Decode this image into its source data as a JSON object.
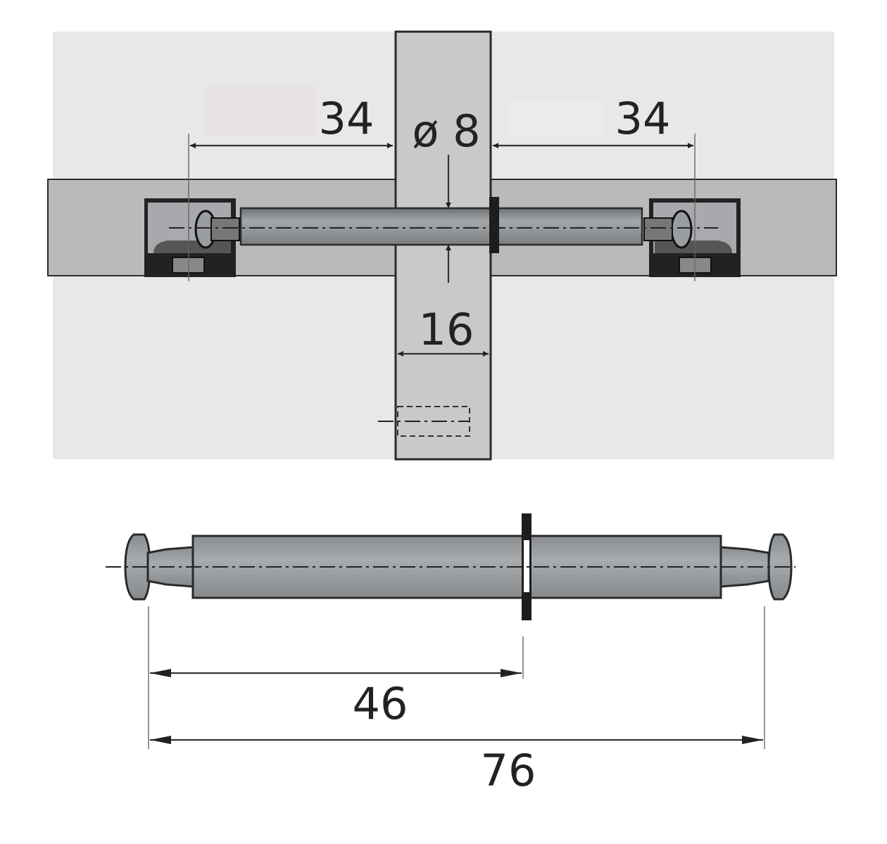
{
  "dimensions": {
    "left_depth": "34",
    "right_depth": "34",
    "diameter": "ø 8",
    "panel_thickness": "16",
    "half_length": "46",
    "total_length": "76"
  },
  "colors": {
    "panel_fill": "#dadadd",
    "panel_stroke": "#2a2a2a",
    "metal": "#909396",
    "dark_metal": "#4a4a4a",
    "line": "#222222"
  }
}
